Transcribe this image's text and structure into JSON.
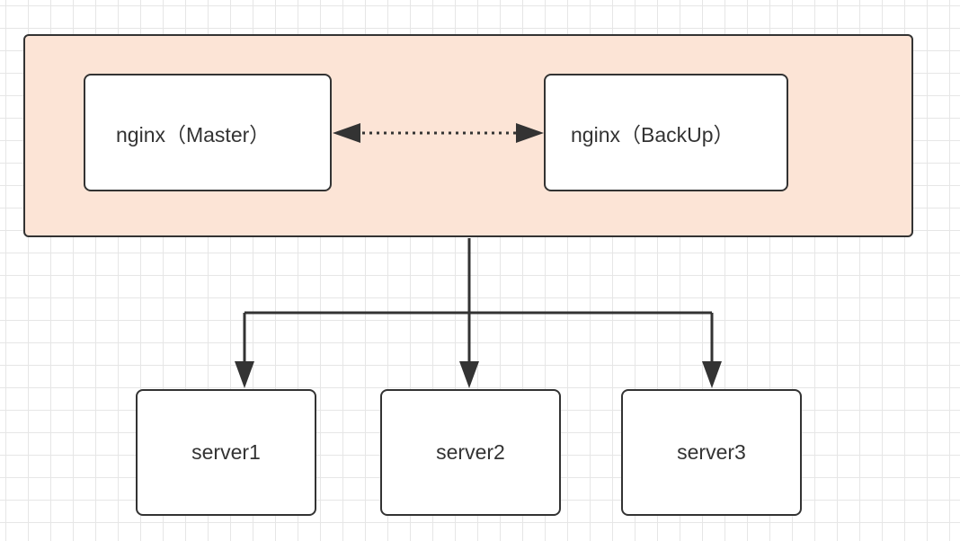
{
  "diagram": {
    "nodes": {
      "master": "nginx（Master）",
      "backup": "nginx（BackUp）",
      "server1": "server1",
      "server2": "server2",
      "server3": "server3"
    },
    "edges": [
      {
        "from": "master",
        "to": "backup",
        "style": "dotted",
        "direction": "both"
      },
      {
        "from": "cluster",
        "to": "server1",
        "style": "solid",
        "direction": "forward"
      },
      {
        "from": "cluster",
        "to": "server2",
        "style": "solid",
        "direction": "forward"
      },
      {
        "from": "cluster",
        "to": "server3",
        "style": "solid",
        "direction": "forward"
      }
    ],
    "colors": {
      "group_fill": "#fce4d6",
      "stroke": "#333333",
      "node_fill": "#ffffff",
      "grid": "#e6e6e6"
    }
  }
}
